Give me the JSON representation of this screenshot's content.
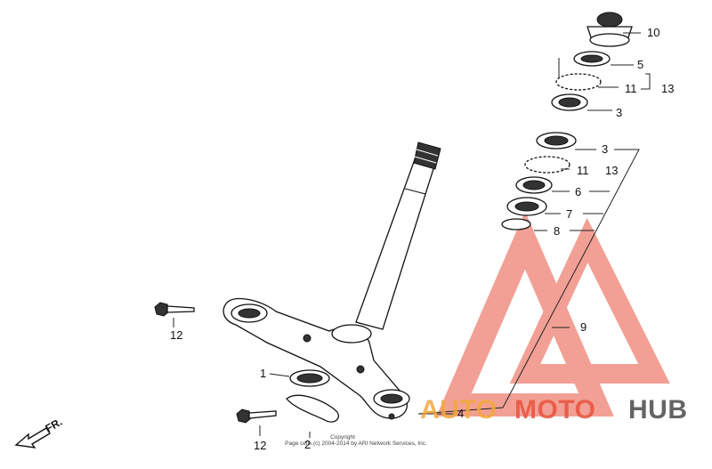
{
  "diagram": {
    "labels": {
      "l1": "1",
      "l2": "2",
      "l3a": "3",
      "l3b": "3",
      "l4": "4",
      "l5": "5",
      "l6": "6",
      "l7": "7",
      "l8": "8",
      "l9": "9",
      "l10": "10",
      "l11a": "11",
      "l11b": "11",
      "l12a": "12",
      "l12b": "12",
      "l13a": "13",
      "l13b": "13"
    },
    "direction_marker": "FR.",
    "copyright_line1": "Copyright",
    "copyright_line2": "Page cells (c) 2004-2014 by ARI Network Services, Inc."
  },
  "watermark": {
    "part1": "AUTO",
    "part2": "MOTO",
    "part3": "HUB",
    "color_primary": "#e8533f",
    "color_secondary": "#f2a93b",
    "color_tertiary": "#4a4a4a"
  }
}
